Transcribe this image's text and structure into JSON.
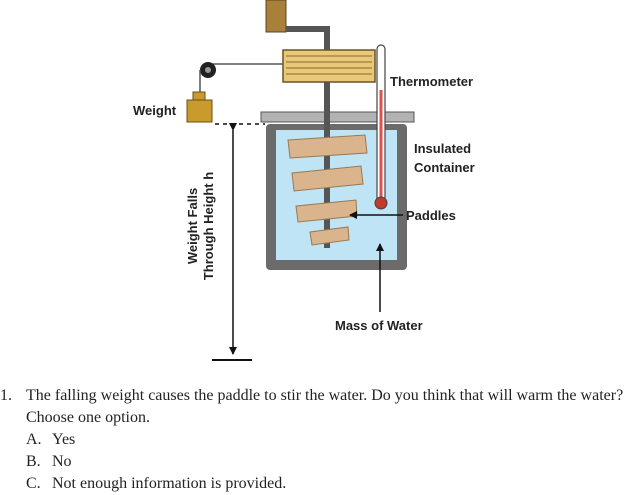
{
  "diagram": {
    "labels": {
      "weight": "Weight",
      "thermometer": "Thermometer",
      "insulated_line1": "Insulated",
      "insulated_line2": "Container",
      "paddles": "Paddles",
      "mass_of_water": "Mass of Water",
      "falls_line1": "Weight Falls",
      "falls_line2": "Through Height h"
    },
    "colors": {
      "water": "#bfe4f5",
      "container_wall": "#6b6b6b",
      "lid": "#b3b3b3",
      "paddle": "#d9b48c",
      "weight": "#c99a2e",
      "coil": "#e8c87a",
      "crank": "#a8803a"
    }
  },
  "question": {
    "number": "1.",
    "text": "The falling weight causes the paddle to stir the water. Do you think that will warm the water? Choose one option.",
    "options": [
      {
        "letter": "A.",
        "text": "Yes"
      },
      {
        "letter": "B.",
        "text": "No"
      },
      {
        "letter": "C.",
        "text": "Not enough information is provided."
      }
    ]
  }
}
